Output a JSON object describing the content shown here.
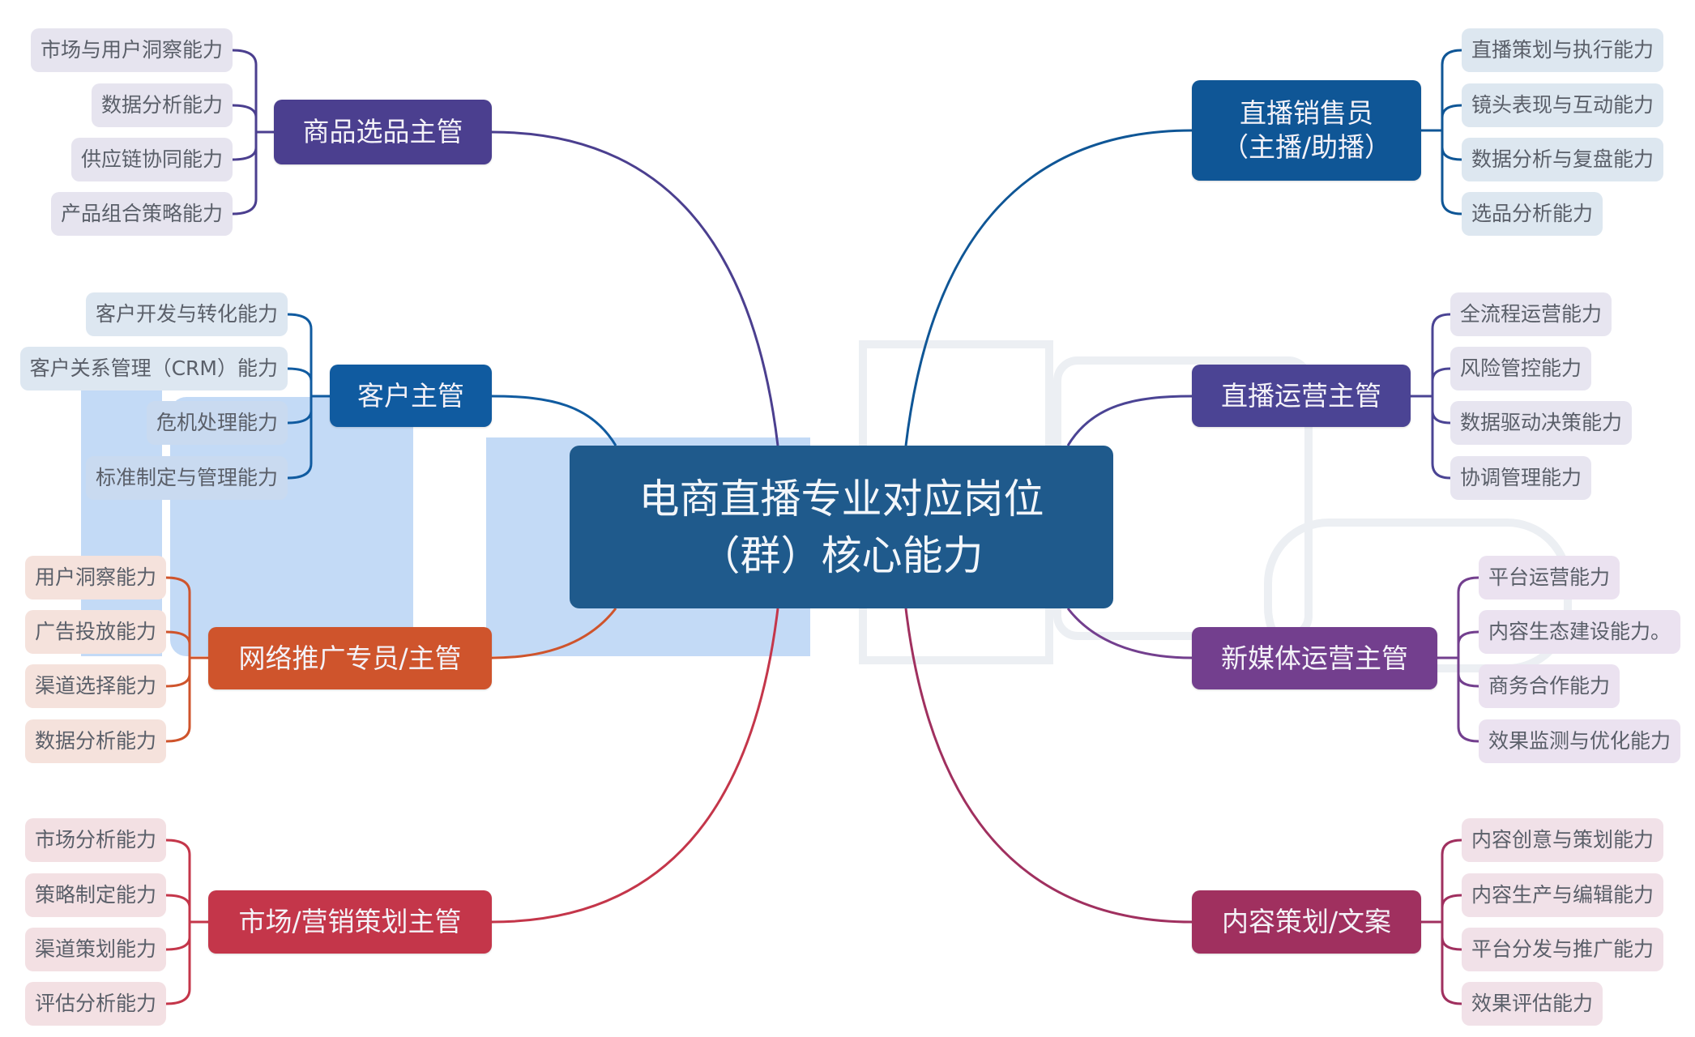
{
  "central": {
    "line1": "电商直播专业对应岗位",
    "line2": "（群）核心能力",
    "color": "#1f5a8c"
  },
  "branches": [
    {
      "label": "商品选品主管",
      "color": "#4b3f8f",
      "leaf_bg": "#e6e4ef",
      "leaves": [
        "市场与用户洞察能力",
        "数据分析能力",
        "供应链协同能力",
        "产品组合策略能力"
      ]
    },
    {
      "label": "客户主管",
      "color": "#105ba0",
      "leaf_bg": "#dde7f1",
      "leaves": [
        "客户开发与转化能力",
        "客户关系管理（CRM）能力",
        "危机处理能力",
        "标准制定与管理能力"
      ]
    },
    {
      "label": "网络推广专员/主管",
      "color": "#cf542c",
      "leaf_bg": "#f5e2dc",
      "leaves": [
        "用户洞察能力",
        "广告投放能力",
        "渠道选择能力",
        "数据分析能力"
      ]
    },
    {
      "label": "市场/营销策划主管",
      "color": "#c4364a",
      "leaf_bg": "#f3e0e3",
      "leaves": [
        "市场分析能力",
        "策略制定能力",
        "渠道策划能力",
        "评估分析能力"
      ]
    },
    {
      "label_line1": "直播销售员",
      "label_line2": "（主播/助播）",
      "color": "#0f5696",
      "leaf_bg": "#dde7f0",
      "leaves": [
        "直播策划与执行能力",
        "镜头表现与互动能力",
        "数据分析与复盘能力",
        "选品分析能力"
      ]
    },
    {
      "label": "直播运营主管",
      "color": "#4b4494",
      "leaf_bg": "#e7e5f0",
      "leaves": [
        "全流程运营能力",
        "风险管控能力",
        "数据驱动决策能力",
        "协调管理能力"
      ]
    },
    {
      "label": "新媒体运营主管",
      "color": "#733f8e",
      "leaf_bg": "#ebe2f0",
      "leaves": [
        "平台运营能力",
        "内容生态建设能力。",
        "商务合作能力",
        "效果监测与优化能力"
      ]
    },
    {
      "label": "内容策划/文案",
      "color": "#a0305f",
      "leaf_bg": "#f1e1e8",
      "leaves": [
        "内容创意与策划能力",
        "内容生产与编辑能力",
        "平台分发与推广能力",
        "效果评估能力"
      ]
    }
  ]
}
